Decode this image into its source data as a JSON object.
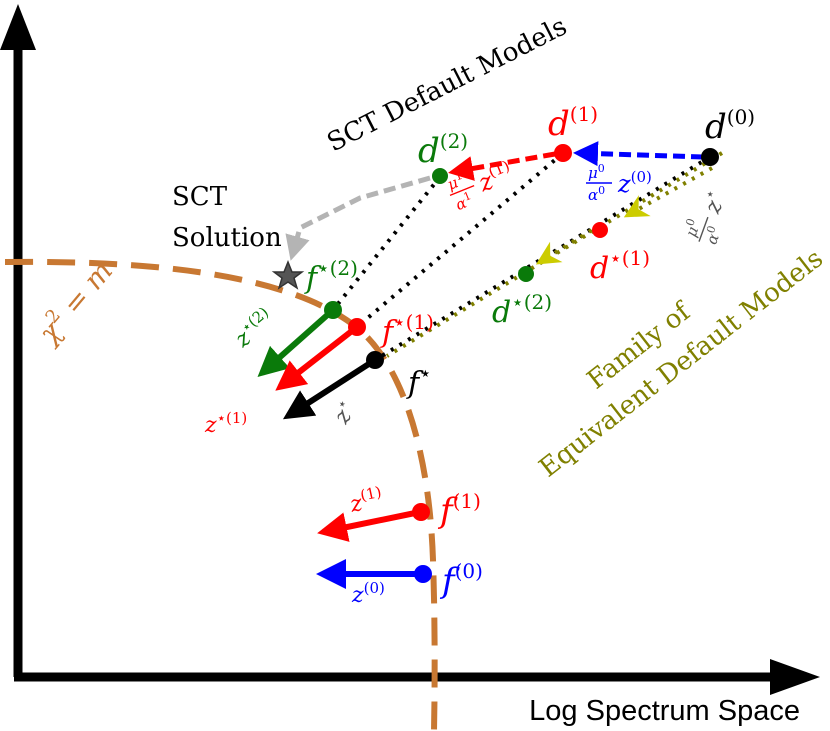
{
  "axis": {
    "x_label": "Log Spectrum Space"
  },
  "constraint": {
    "lhs": "χ",
    "exp": "2",
    "rhs": " = m"
  },
  "labels": {
    "sct_default_models": "SCT Default Models",
    "sct_solution_line1": "SCT",
    "sct_solution_line2": "Solution",
    "family_line1": "Family of",
    "family_line2": "Equivalent Default Models"
  },
  "symbols": {
    "d": "d",
    "f": "f",
    "z": "z",
    "star": "⋆",
    "mu": "μ",
    "alpha": "α",
    "s0": "(0)",
    "s1": "(1)",
    "s2": "(2)",
    "ss1": "⋆(1)",
    "ss2": "⋆(2)",
    "n0": "0",
    "n1": "1"
  },
  "colors": {
    "black": "#000000",
    "red": "#ff0000",
    "green": "#0a7a0a",
    "blue": "#0000ff",
    "olive": "#808000",
    "orange": "#c87832",
    "gray": "#b4b4b4",
    "dark_gray": "#555555",
    "yellow_arrow": "#cccc00"
  }
}
